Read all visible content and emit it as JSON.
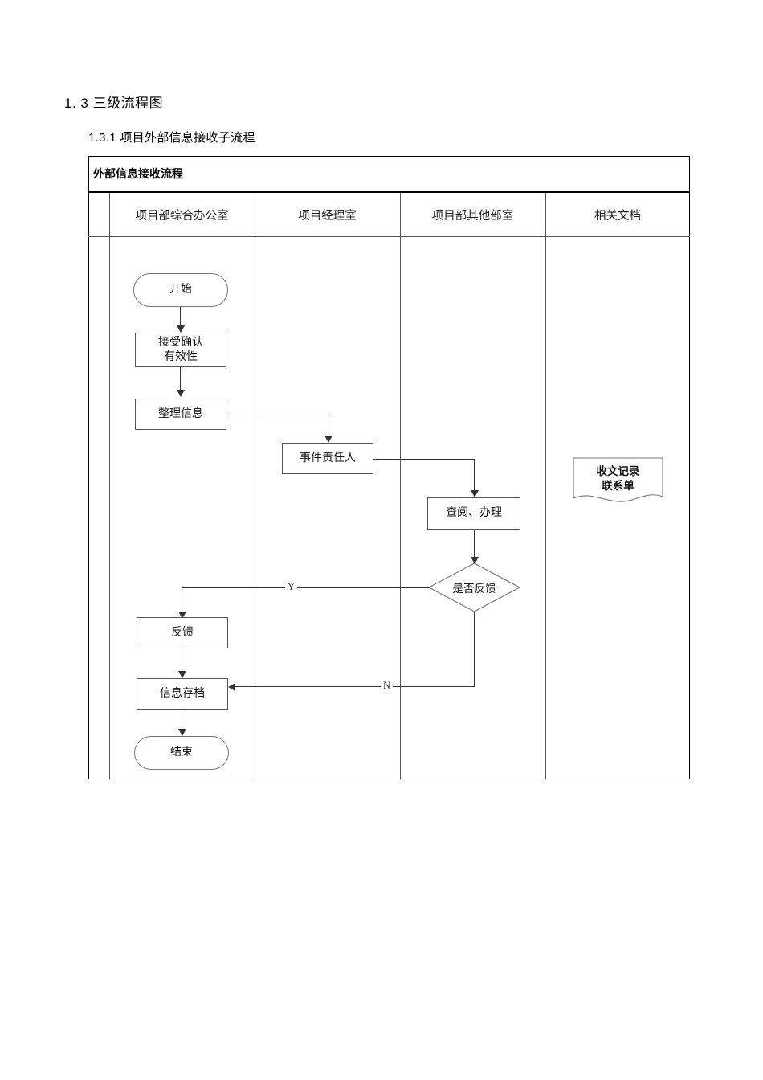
{
  "document": {
    "section_heading": "1. 3 三级流程图",
    "sub_heading": "1.3.1 项目外部信息接收子流程"
  },
  "flowchart": {
    "title": "外部信息接收流程",
    "columns": [
      {
        "label": "项目部综合办公室"
      },
      {
        "label": "项目经理室"
      },
      {
        "label": "项目部其他部室"
      },
      {
        "label": "相关文档"
      }
    ],
    "nodes": [
      {
        "id": "start",
        "type": "terminator",
        "label": "开始",
        "lane": 0
      },
      {
        "id": "confirm",
        "type": "process",
        "label": "接受确认\n有效性",
        "lane": 0
      },
      {
        "id": "organize",
        "type": "process",
        "label": "整理信息",
        "lane": 0
      },
      {
        "id": "owner",
        "type": "process",
        "label": "事件责任人",
        "lane": 1
      },
      {
        "id": "handle",
        "type": "process",
        "label": "查阅、办理",
        "lane": 2
      },
      {
        "id": "decide",
        "type": "decision",
        "label": "是否反馈",
        "lane": 2
      },
      {
        "id": "feedback",
        "type": "process",
        "label": "反馈",
        "lane": 0
      },
      {
        "id": "archive",
        "type": "process",
        "label": "信息存档",
        "lane": 0
      },
      {
        "id": "end",
        "type": "terminator",
        "label": "结束",
        "lane": 0
      },
      {
        "id": "record",
        "type": "document",
        "label": "收文记录\n联系单",
        "lane": 3
      }
    ],
    "node_text": {
      "start": "开始",
      "confirm_line1": "接受确认",
      "confirm_line2": "有效性",
      "organize": "整理信息",
      "owner": "事件责任人",
      "handle": "查阅、办理",
      "decide": "是否反馈",
      "feedback": "反馈",
      "archive": "信息存档",
      "end": "结束",
      "record_line1": "收文记录",
      "record_line2": "联系单"
    },
    "edge_labels": {
      "yes": "Y",
      "no": "N"
    }
  }
}
